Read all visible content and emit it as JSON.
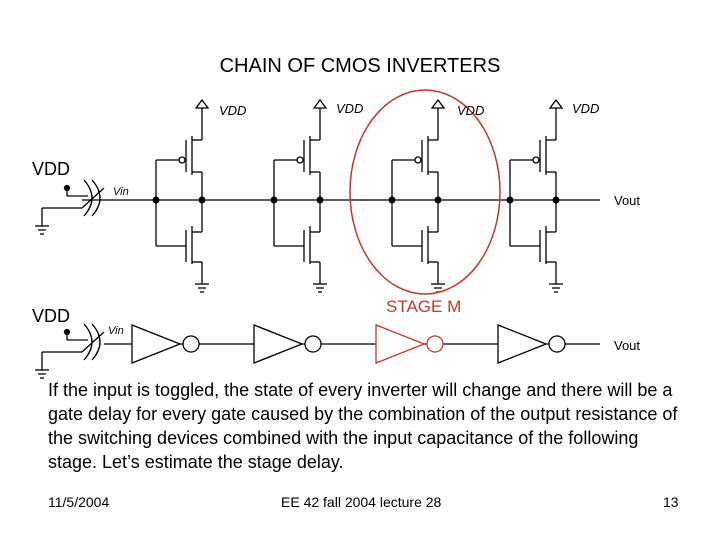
{
  "slide": {
    "title": "CHAIN OF CMOS INVERTERS",
    "supply_labels": [
      "VDD",
      "VDD",
      "VDD",
      "VDD"
    ],
    "upper_source_label": "VDD",
    "lower_source_label": "VDD",
    "input_label": "Vin",
    "output_label": "Vout",
    "stage_label": "STAGE M",
    "body": "If the input is toggled, the state of every inverter will change and there will be a gate delay for every gate caused by the combination of the output resistance of the switching devices combined with the input capacitance of the following stage.  Let’s estimate the stage delay.",
    "footer": {
      "date": "11/5/2004",
      "course": "EE 42 fall 2004 lecture 28",
      "page": "13"
    }
  },
  "colors": {
    "highlight": "#c0392b",
    "wire": "#000000"
  }
}
